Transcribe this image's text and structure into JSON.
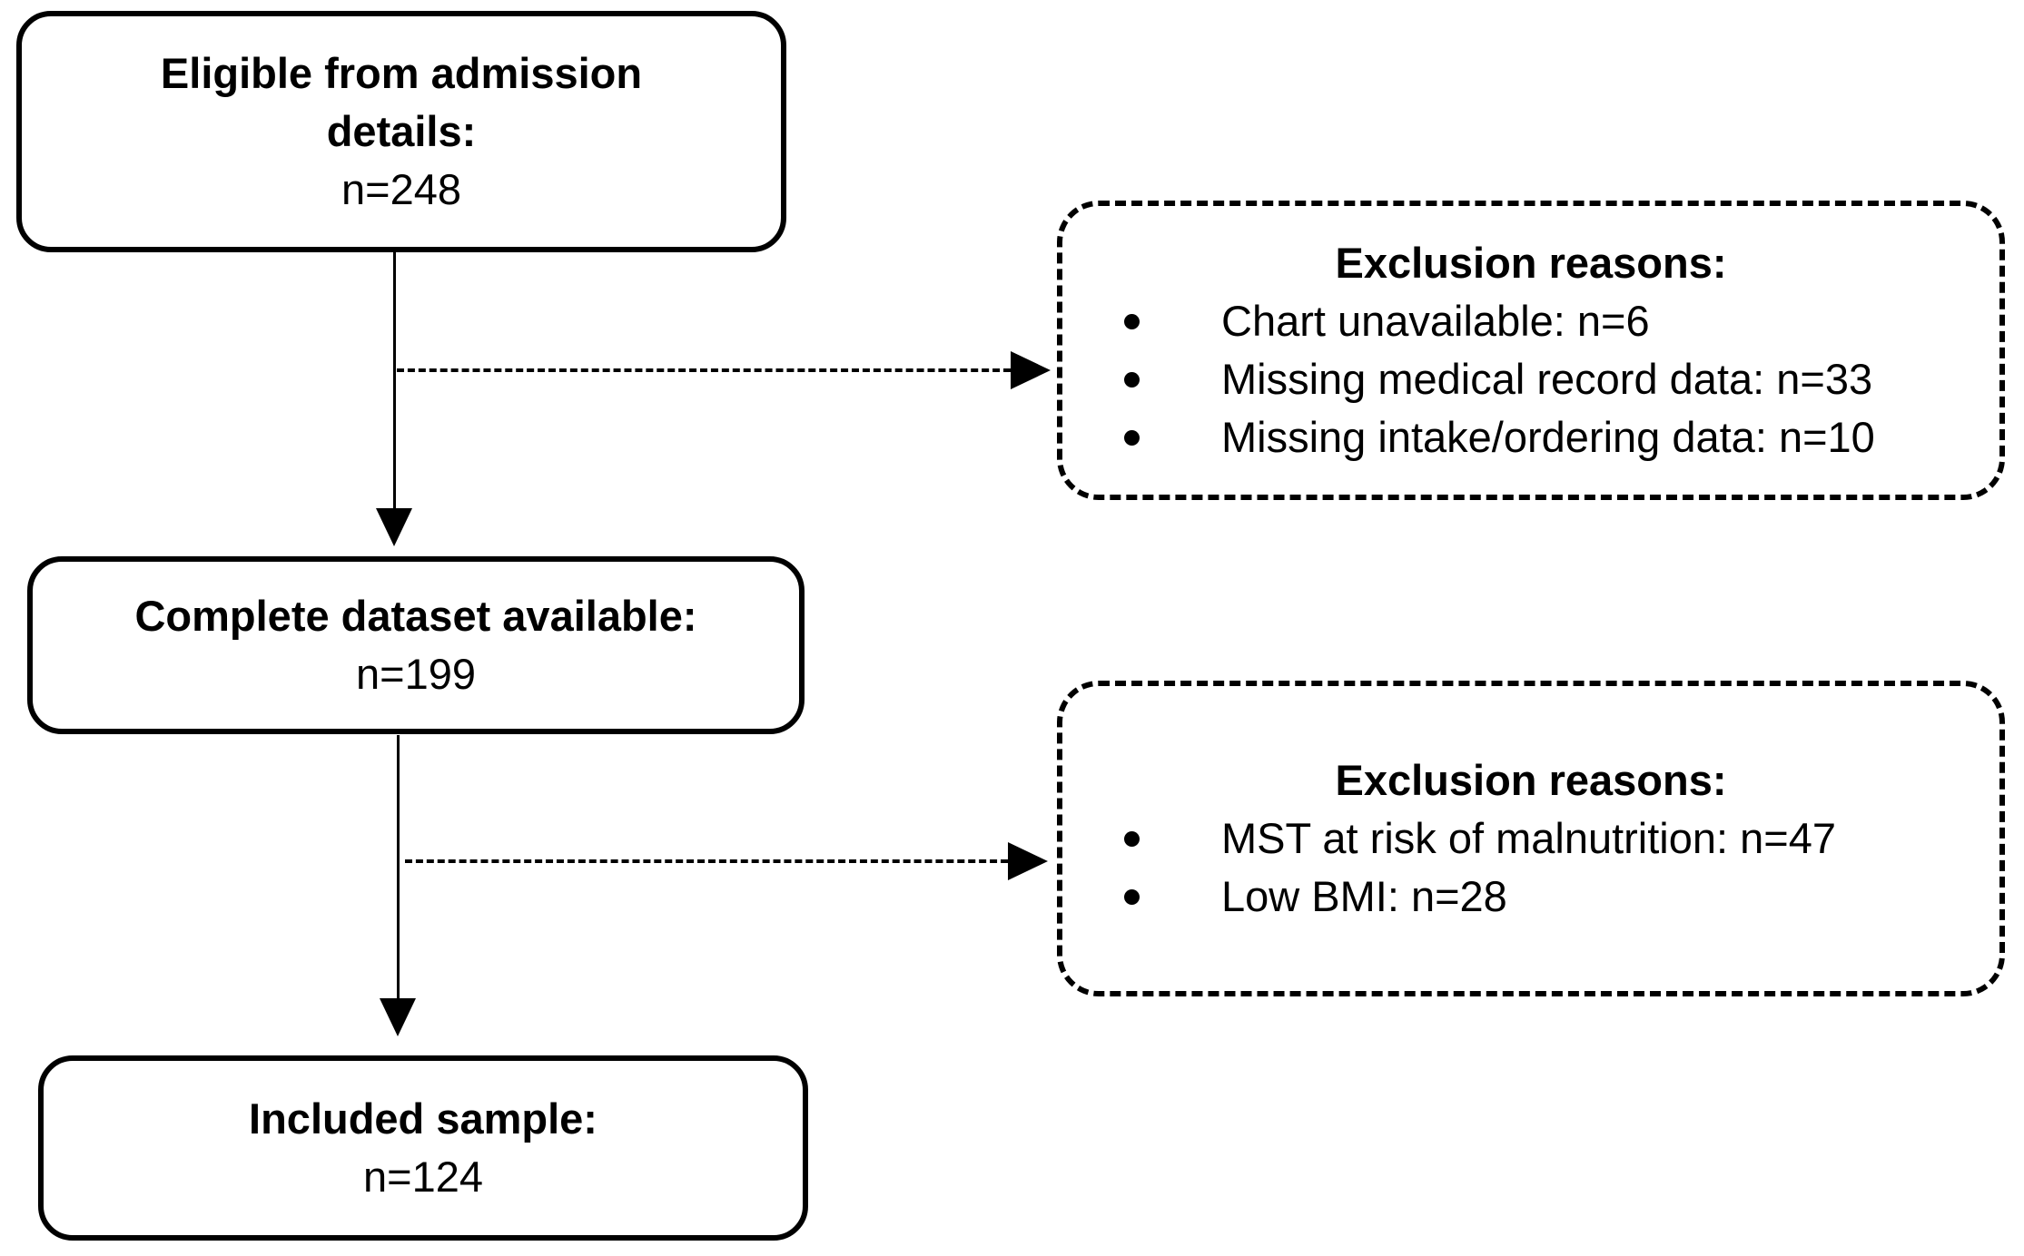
{
  "flow": {
    "nodes": [
      {
        "title": "Eligible from admission details:",
        "count": "n=248"
      },
      {
        "title": "Complete dataset available:",
        "count": "n=199"
      },
      {
        "title": "Included sample:",
        "count": "n=124"
      }
    ],
    "exclusions": [
      {
        "title": "Exclusion reasons:",
        "items": [
          "Chart unavailable: n=6",
          "Missing medical record data: n=33",
          "Missing intake/ordering data: n=10"
        ]
      },
      {
        "title": "Exclusion reasons:",
        "items": [
          "MST at risk of malnutrition: n=47",
          "Low BMI: n=28"
        ]
      }
    ],
    "colors": {
      "line": "#000000",
      "background": "#ffffff"
    }
  }
}
